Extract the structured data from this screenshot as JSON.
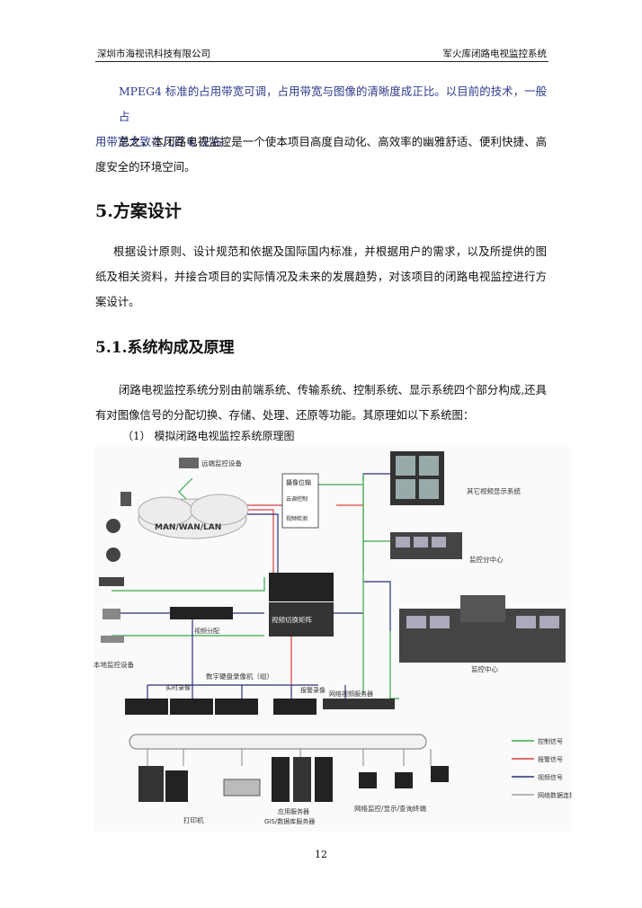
{
  "header": {
    "company": "深圳市海视讯科技有限公司",
    "doc_title": "军火库闭路电视监控系统"
  },
  "paragraphs": {
    "p1_line1": "MPEG4 标准的占用带宽可调，占用带宽与图像的清晰度成正比。以目前的技术，一般占",
    "p1_line2": "用带宽大致在几百 K 左右。",
    "p2": "总之，本闭路电视监控是一个使本项目高度自动化、高效率的幽雅舒适、便利快捷、高度安全的环境空间。",
    "p3": "根据设计原则、设计规范和依据及国际国内标准，并根据用户的需求，以及所提供的图纸及相关资料，并接合项目的实际情况及未来的发展趋势，对该项目的闭路电视监控进行方案设计。",
    "p4": "闭路电视监控系统分别由前端系统、传输系统、控制系统、显示系统四个部分构成,还具有对图像信号的分配切换、存储、处理、还原等功能。其原理如以下系统图："
  },
  "headings": {
    "h1": "5.方案设计",
    "h2": "5.1.系统构成及原理"
  },
  "caption": "（1）   模拟闭路电视监控系统原理图",
  "diagram": {
    "labels": {
      "remote": "远端监控设备",
      "cloud": "MAN/WAN/LAN",
      "cam_info": "摄像位输",
      "ptz_ctrl": "云调控制",
      "video_detect": "视频检测",
      "matrix": "视频切换矩阵",
      "distributor": "视频分配",
      "local": "本地监控设备",
      "dvr": "数字硬盘录像机（组）",
      "realtime": "实时录像",
      "alarm_rec": "报警录像",
      "server": "网络视频服务器",
      "other_display": "其它视频显示系统",
      "console": "监控分中心",
      "center": "监控中心",
      "printer": "打印机",
      "gis": "应用服务器\nGIS/数据库服务器",
      "client": "网络监控/显示/查询终端"
    },
    "legend": [
      {
        "label": "控制信号",
        "color": "#3aa84a"
      },
      {
        "label": "报警信号",
        "color": "#d94040"
      },
      {
        "label": "视频信号",
        "color": "#2a2f7a"
      },
      {
        "label": "网络数据连接",
        "color": "#a0a0a0"
      }
    ]
  },
  "page_number": "12"
}
